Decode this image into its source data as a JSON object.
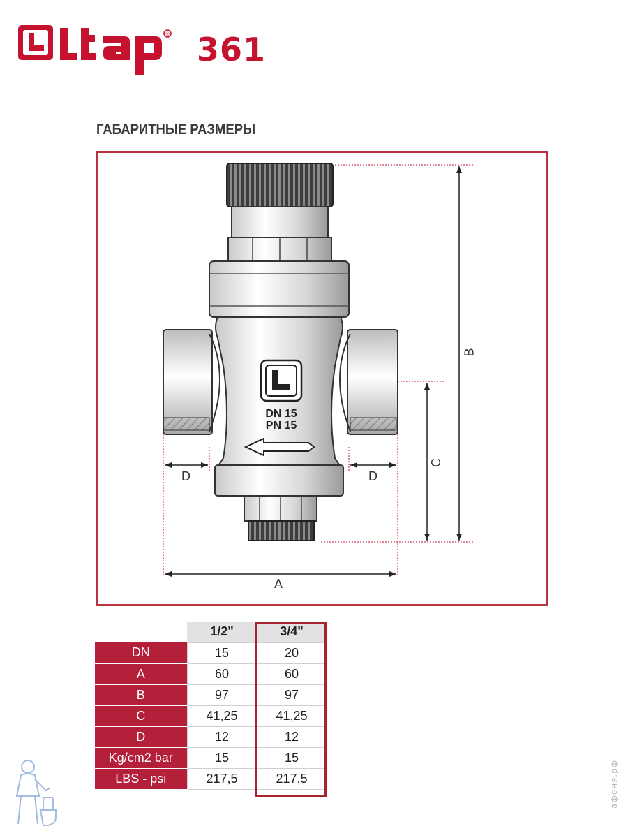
{
  "brand": {
    "logo_text": "itap",
    "registered_mark": "®",
    "model": "361"
  },
  "heading": "ГАБАРИТНЫЕ РАЗМЕРЫ",
  "drawing": {
    "valve_marking": [
      "DN 15",
      "PN 15"
    ],
    "dimension_labels": {
      "A": "A",
      "B": "B",
      "C": "C",
      "D_left": "D",
      "D_right": "D"
    }
  },
  "table": {
    "columns": [
      "1/2\"",
      "3/4\""
    ],
    "highlighted_column": "3/4\"",
    "rows": [
      {
        "label": "DN",
        "values": [
          "15",
          "20"
        ]
      },
      {
        "label": "A",
        "values": [
          "60",
          "60"
        ]
      },
      {
        "label": "B",
        "values": [
          "97",
          "97"
        ]
      },
      {
        "label": "C",
        "values": [
          "41,25",
          "41,25"
        ]
      },
      {
        "label": "D",
        "values": [
          "12",
          "12"
        ]
      },
      {
        "label": "Kg/cm2 bar",
        "values": [
          "15",
          "15"
        ]
      },
      {
        "label": "LBS - psi",
        "values": [
          "217,5",
          "217,5"
        ]
      }
    ]
  },
  "watermark": "афоня.рф",
  "colors": {
    "brand_red": "#c4122f",
    "table_red": "#b4203a",
    "frame": "#b5343f"
  }
}
